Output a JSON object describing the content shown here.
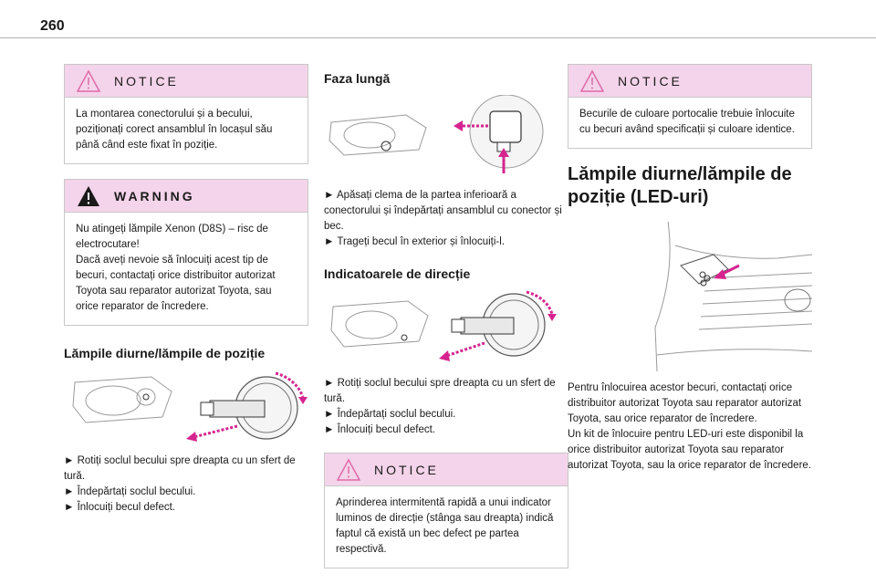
{
  "page": {
    "number": "260"
  },
  "col1": {
    "notice": {
      "title": "NOTICE",
      "text": "La montarea conectorului și a becului, poziționați corect ansamblul în locașul său până când este fixat în poziție."
    },
    "warning": {
      "title": "WARNING",
      "lines": [
        "Nu atingeți lămpile Xenon (D8S) – risc de electrocutare!",
        "Dacă aveți nevoie să înlocuiți acest tip de becuri, contactați orice distribuitor autorizat Toyota sau reparator autorizat Toyota, sau orice reparator de încredere."
      ]
    },
    "drl_title": "Lămpile diurne/lămpile de poziție",
    "drl_steps": [
      "► Rotiți soclul becului spre dreapta cu un sfert de tură.",
      "► Îndepărtați soclul becului.",
      "► Înlocuiți becul defect."
    ]
  },
  "col2": {
    "high_beam_title": "Faza lungă",
    "high_beam_steps": [
      "► Apăsați clema de la partea inferioară a conectorului și îndepărtați ansamblul cu conector și bec.",
      "► Trageți becul în exterior și înlocuiți-l."
    ],
    "indicators_title": "Indicatoarele de direcție",
    "indicators_steps": [
      "► Rotiți soclul becului spre dreapta cu un sfert de tură.",
      "► Îndepărtați soclul becului.",
      "► Înlocuiți becul defect."
    ],
    "notice": {
      "title": "NOTICE",
      "text": "Aprinderea intermitentă rapidă a unui indicator luminos de direcție (stânga sau dreapta) indică faptul că există un bec defect pe partea respectivă."
    }
  },
  "col3": {
    "notice": {
      "title": "NOTICE",
      "text": "Becurile de culoare portocalie trebuie înlocuite cu becuri având specificații și culoare identice."
    },
    "led_title": "Lămpile diurne/lămpile de poziție (LED-uri)",
    "led_lines": [
      "Pentru înlocuirea acestor becuri, contactați orice distribuitor autorizat Toyota sau reparator autorizat Toyota, sau orice reparator de încredere.",
      "Un kit de înlocuire pentru LED-uri este disponibil la orice distribuitor autorizat Toyota sau reparator autorizat Toyota, sau la orice reparator de încredere."
    ]
  },
  "colors": {
    "accent_pink": "#f4d4ea",
    "arrow_magenta": "#d6248f",
    "warning_fill": "#1a1a1a"
  }
}
